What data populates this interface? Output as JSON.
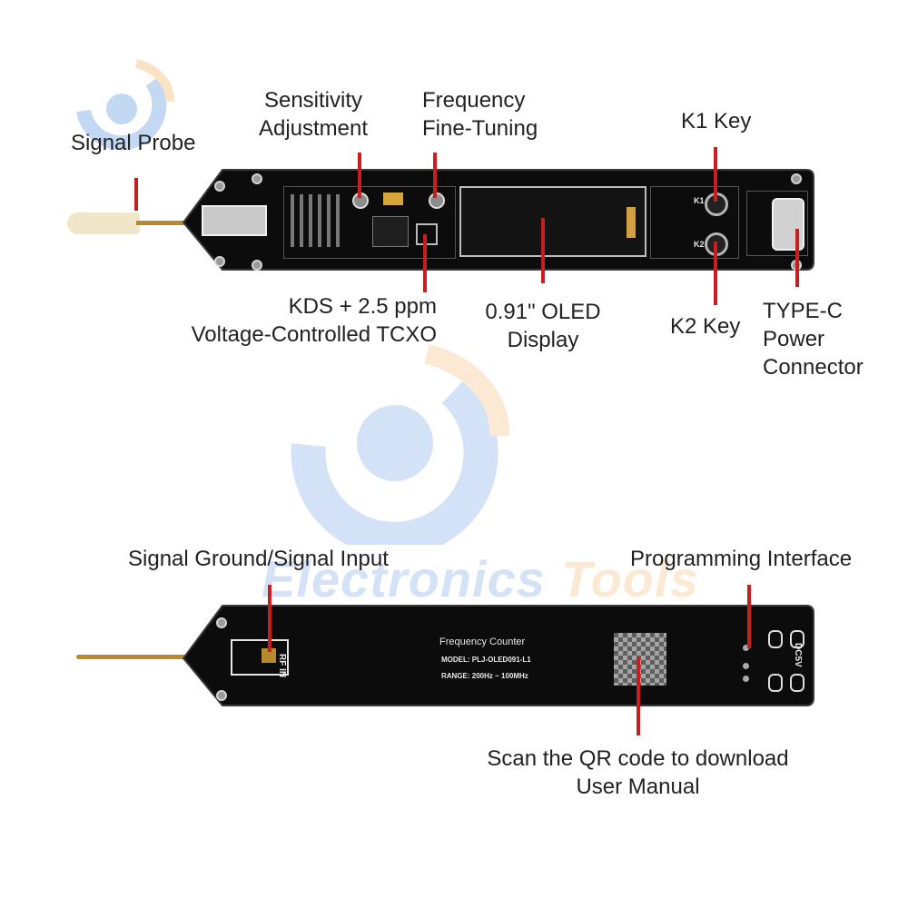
{
  "labels": {
    "signal_probe": "Signal Probe",
    "sensitivity_1": "Sensitivity",
    "sensitivity_2": "Adjustment",
    "frequency_1": "Frequency",
    "frequency_2": "Fine-Tuning",
    "k1": "K1 Key",
    "kds_1": "KDS + 2.5 ppm",
    "kds_2": "Voltage-Controlled TCXO",
    "oled_1": "0.91\" OLED",
    "oled_2": "Display",
    "k2": "K2 Key",
    "typec_1": "TYPE-C",
    "typec_2": "Power",
    "typec_3": "Connector",
    "signal_ground": "Signal Ground/Signal Input",
    "programming": "Programming Interface",
    "qr_1": "Scan the QR code to download",
    "qr_2": "User Manual"
  },
  "board_front": {
    "k1_silk": "K1",
    "k2_silk": "K2"
  },
  "board_back": {
    "rf_in": "RF IN",
    "title": "Frequency Counter",
    "model": "MODEL: PLJ-OLED091-L1",
    "range": "RANGE: 200Hz ~ 100MHz",
    "dc5v": "DC5V"
  },
  "watermark": {
    "part1": "Electronics",
    "part2": "Tools"
  },
  "colors": {
    "pointer": "#c81e1e",
    "pcb": "#0c0c0c",
    "watermark_blue": "#4a86d8",
    "watermark_orange": "#f0a040"
  }
}
